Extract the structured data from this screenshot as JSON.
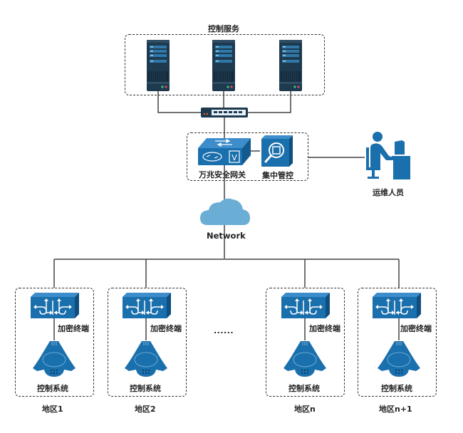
{
  "diagram": {
    "control_service": {
      "title": "控制服务",
      "servers": [
        {
          "id": "server-1",
          "icon": "server-icon"
        },
        {
          "id": "server-2",
          "icon": "server-icon"
        },
        {
          "id": "server-3",
          "icon": "server-icon"
        }
      ],
      "switch": {
        "icon": "network-switch-icon",
        "ports": 6
      }
    },
    "gateway_group": {
      "gateway_label": "万兆安全网关",
      "gateway_icon": "security-gateway-icon",
      "management_label": "集中管控",
      "management_icon": "magnifier-monitor-icon"
    },
    "operator": {
      "label": "运维人员",
      "icon": "operator-at-desk-icon"
    },
    "network": {
      "label": "Network",
      "icon": "cloud-icon"
    },
    "ellipsis": "......",
    "regions": [
      {
        "name": "地区1",
        "terminal_label": "加密终端",
        "system_label": "控制系统"
      },
      {
        "name": "地区2",
        "terminal_label": "加密终端",
        "system_label": "控制系统"
      },
      {
        "name": "地区n",
        "terminal_label": "加密终端",
        "system_label": "控制系统"
      },
      {
        "name": "地区n+1",
        "terminal_label": "加密终端",
        "system_label": "控制系统"
      }
    ],
    "colors": {
      "device_blue": "#1a6fad",
      "server_dark": "#1d3a4f",
      "cloud": "#6aaed6",
      "line": "#444444",
      "dash": "#333333"
    }
  }
}
